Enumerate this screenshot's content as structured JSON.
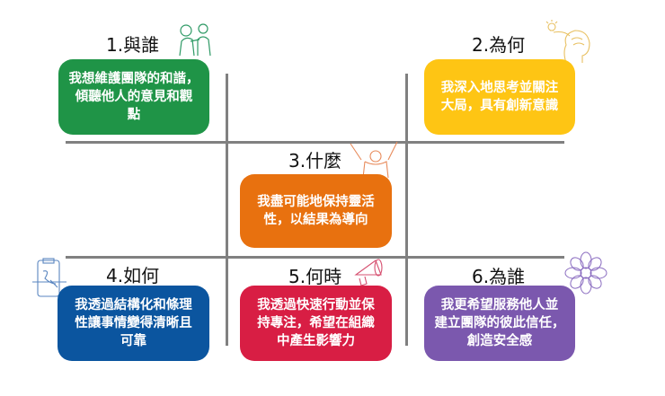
{
  "colors": {
    "green": "#1f9447",
    "yellow": "#fec514",
    "orange": "#e8710f",
    "blue": "#0b559f",
    "red": "#d81e44",
    "purple": "#7b58ae",
    "grid": "#808080"
  },
  "cells": [
    {
      "id": 1,
      "title": "1.與誰",
      "text": "我想維護團隊的和諧，傾聽他人的意見和觀點",
      "lines": [
        "我想維護團隊的和諧，",
        "傾聽他人的意見和觀",
        "點"
      ],
      "color": "green",
      "icon": "two-people-icon"
    },
    {
      "id": 2,
      "title": "2.為何",
      "text": "我深入地思考並關注大局，具有創新意識",
      "lines": [
        "我深入地思考並關注",
        "大局，具有創新意識"
      ],
      "color": "yellow",
      "icon": "brain-lightbulb-icon"
    },
    {
      "id": 3,
      "title": "3.什麼",
      "text": "我盡可能地保持靈活性，以結果為導向",
      "lines": [
        "我盡可能地保持靈活",
        "性，以結果為導向"
      ],
      "color": "orange",
      "icon": "cheering-person-icon"
    },
    {
      "id": 4,
      "title": "4.如何",
      "text": "我透過結構化和條理性讓事情變得清晰且可靠",
      "lines": [
        "我透過結構化和條理",
        "性讓事情變得清晰且",
        "可靠"
      ],
      "color": "blue",
      "icon": "clipboard-icon"
    },
    {
      "id": 5,
      "title": "5.何時",
      "text": "我透過快速行動並保持專注，希望在組織中產生影響力",
      "lines": [
        "我透過快速行動並保",
        "持專注，希望在組織",
        "中產生影響力"
      ],
      "color": "red",
      "icon": "megaphone-icon"
    },
    {
      "id": 6,
      "title": "6.為誰",
      "text": "我更希望服務他人並建立團隊的彼此信任，創造安全感",
      "lines": [
        "我更希望服務他人並",
        "建立團隊的彼此信任，",
        "創造安全感"
      ],
      "color": "purple",
      "icon": "flower-icon"
    }
  ]
}
